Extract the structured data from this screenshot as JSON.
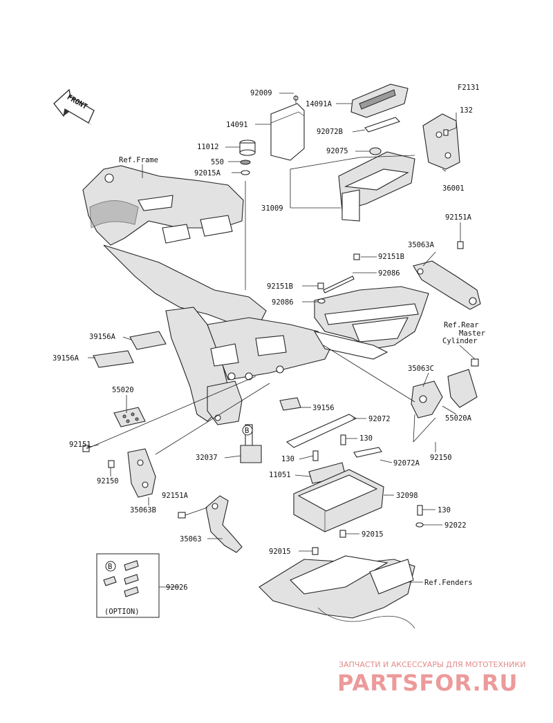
{
  "figure_code": "F2131",
  "front_label": "FRONT",
  "option_label": "(OPTION)",
  "option_marker": "B",
  "bolt_marker": "B",
  "watermark": {
    "tagline": "ЗАПЧАСТИ И АКСЕССУАРЫ ДЛЯ МОТОТЕХНИКИ",
    "brand": "PARTSFOR.RU"
  },
  "labels": {
    "p92009": "92009",
    "p14091A": "14091A",
    "p14091": "14091",
    "p92072B": "92072B",
    "p132": "132",
    "p11012": "11012",
    "p92075": "92075",
    "p550": "550",
    "p92015A": "92015A",
    "p36001": "36001",
    "ref_frame": "Ref.Frame",
    "p31009": "31009",
    "p92151A_top": "92151A",
    "p35063A": "35063A",
    "p92151B_1": "92151B",
    "p92086_1": "92086",
    "p92151B_2": "92151B",
    "p92086_2": "92086",
    "ref_rear_master_1": "Ref.Rear",
    "ref_rear_master_2": "Master",
    "ref_rear_master_3": "Cylinder",
    "p39156A_1": "39156A",
    "p39156A_2": "39156A",
    "p35063C": "35063C",
    "p55020": "55020",
    "p55020A": "55020A",
    "p39156": "39156",
    "p92072": "92072",
    "p92151": "92151",
    "p130_1": "130",
    "p92150_r": "92150",
    "p32037": "32037",
    "p130_2": "130",
    "p92072A": "92072A",
    "p11051": "11051",
    "p92150_l": "92150",
    "p35063B": "35063B",
    "p32098": "32098",
    "p92151A_low": "92151A",
    "p130_3": "130",
    "p92022": "92022",
    "p35063": "35063",
    "p92015_1": "92015",
    "p92015_2": "92015",
    "p92026": "92026",
    "ref_fenders": "Ref.Fenders"
  }
}
